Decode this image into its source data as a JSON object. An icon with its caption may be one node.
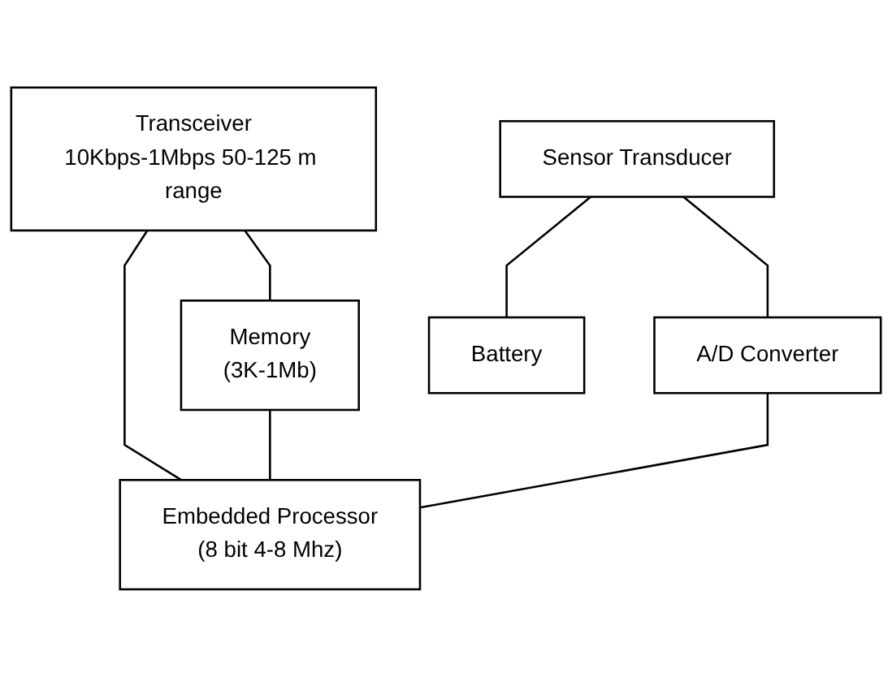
{
  "diagram": {
    "nodes": [
      {
        "text": [
          "Transceiver",
          "10Kbps-1Mbps 50-125 m range"
        ]
      },
      {
        "text": [
          "Memory",
          "(3K-1Mb)"
        ]
      },
      {
        "text": [
          "Embedded Processor",
          "(8 bit 4-8 Mhz)"
        ]
      },
      {
        "text": [
          "A/D Converter"
        ]
      },
      {
        "text": [
          "Sensor Transducer"
        ]
      },
      {
        "text": [
          "Battery"
        ]
      }
    ],
    "edges": [
      {
        "from": 0,
        "to": 1,
        "arrow": "none"
      },
      {
        "from": 0,
        "to": 2,
        "arrow": "none"
      },
      {
        "from": 1,
        "to": 2,
        "arrow": "none"
      },
      {
        "from": 4,
        "to": 3,
        "arrow": "none"
      },
      {
        "from": 3,
        "to": 2,
        "arrow": "none"
      },
      {
        "from": 4,
        "to": 5,
        "arrow": "none"
      }
    ]
  }
}
